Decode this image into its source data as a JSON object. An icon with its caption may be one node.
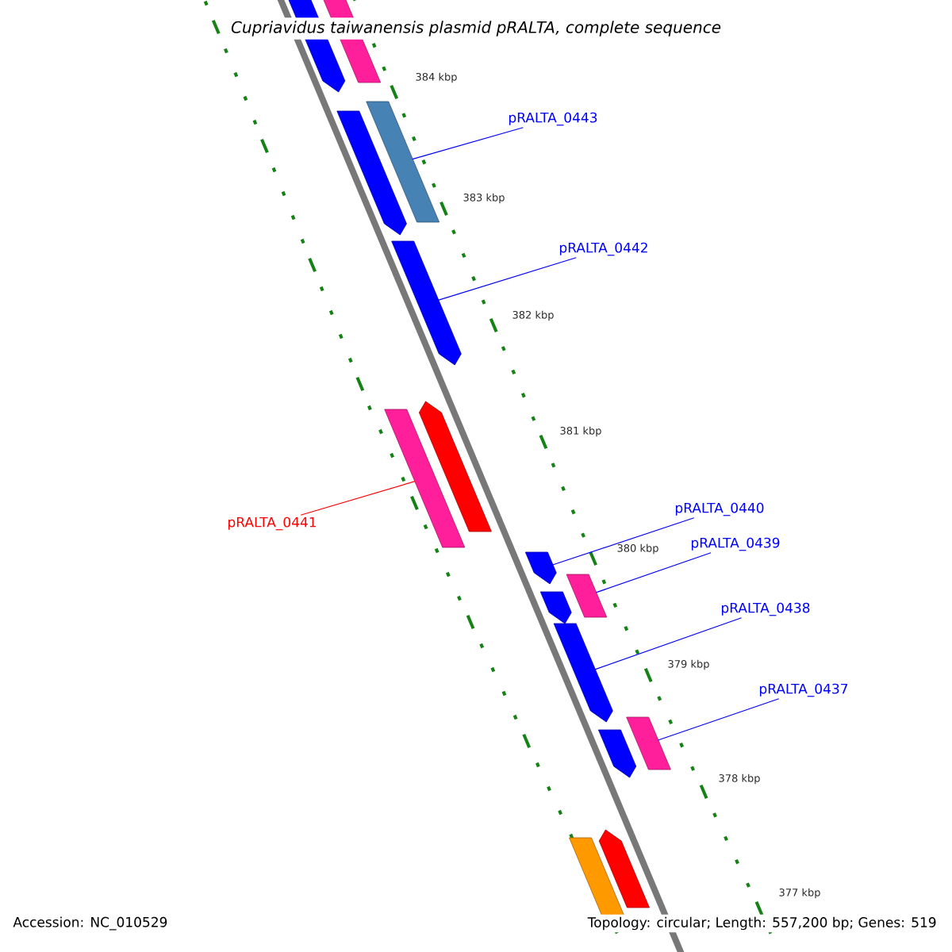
{
  "diagram": {
    "title": "Cupriavidus taiwanensis plasmid pRALTA, complete sequence",
    "nodes": [
      {
        "text": [],
        "shape": "arrow"
      },
      {
        "text": [],
        "shape": "bar"
      },
      {
        "text": [],
        "shape": "bar"
      },
      {
        "text": [],
        "shape": "arrow"
      },
      {
        "text": [],
        "shape": "arrow"
      },
      {
        "text": [],
        "shape": "arrow"
      },
      {
        "text": [],
        "shape": "bar"
      },
      {
        "text": [],
        "shape": "arrow"
      },
      {
        "text": [],
        "shape": "bar"
      },
      {
        "text": [],
        "shape": "arrow"
      },
      {
        "text": [],
        "shape": "arrow"
      },
      {
        "text": [],
        "shape": "bar"
      },
      {
        "text": [],
        "shape": "arrow"
      },
      {
        "text": [],
        "shape": "arrow"
      },
      {
        "text": [],
        "shape": "bar"
      },
      {
        "text": [
          "pRALTA_0443"
        ]
      },
      {
        "text": [
          "pRALTA_0442"
        ]
      },
      {
        "text": [
          "pRALTA_0441"
        ]
      },
      {
        "text": [
          "pRALTA_0440"
        ]
      },
      {
        "text": [
          "pRALTA_0439"
        ]
      },
      {
        "text": [
          "pRALTA_0438"
        ]
      },
      {
        "text": [
          "pRALTA_0437"
        ]
      }
    ],
    "edges": [
      {
        "from": 15,
        "to": 2,
        "arrow": "none"
      },
      {
        "from": 16,
        "to": 4,
        "arrow": "none"
      },
      {
        "from": 17,
        "to": 6,
        "arrow": "none",
        "color": "#ff0000"
      },
      {
        "from": 18,
        "to": 7,
        "arrow": "none"
      },
      {
        "from": 19,
        "to": 8,
        "arrow": "none"
      },
      {
        "from": 20,
        "to": 10,
        "arrow": "none"
      },
      {
        "from": 21,
        "to": 11,
        "arrow": "none"
      }
    ],
    "labels": [
      "384 kbp",
      "383 kbp",
      "382 kbp",
      "381 kbp",
      "380 kbp",
      "379 kbp",
      "378 kbp",
      "377 kbp",
      "Accession: NC_010529",
      "Topology: circular; Length: 557,200 bp; Genes: 519"
    ]
  }
}
